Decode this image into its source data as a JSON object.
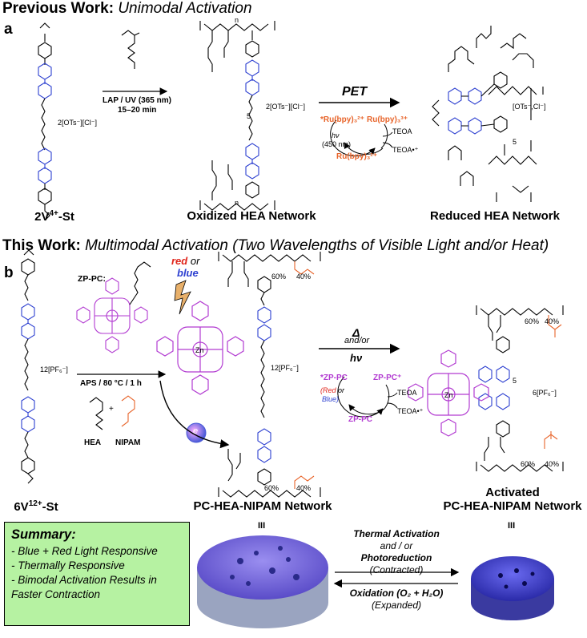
{
  "headers": {
    "previous_bold": "Previous Work:",
    "previous_italic": "Unimodal Activation",
    "this_bold": "This Work:",
    "this_italic": "Multimodal Activation (Two Wavelengths of Visible Light and/or Heat)"
  },
  "panel_a": {
    "letter": "a",
    "monomer_label": "2V",
    "monomer_sup": "4+",
    "monomer_suffix": "-St",
    "counterion": "2[OTs⁻][Cl⁻]",
    "conditions_1": "LAP / UV (365 nm)",
    "conditions_2": "15–20 min",
    "oxidized_label": "Oxidized HEA Network",
    "reduced_label": "Reduced HEA Network",
    "pet": "PET",
    "ru_left": "*Ru(bpy)₃²⁺",
    "ru_right": "Ru(bpy)₃³⁺",
    "ru_bottom": "Ru(bpy)₃²⁺",
    "hv": "hν",
    "wavelength": "(450 nm)",
    "teoa": "TEOA",
    "teoa_rad": "TEOA•⁺",
    "reduced_counterion": "[OTs⁻,Cl⁻]",
    "n": "n",
    "five": "5"
  },
  "panel_b": {
    "letter": "b",
    "monomer_label": "6V",
    "monomer_sup": "12+",
    "monomer_suffix": "-St",
    "counterion": "12[PF₆⁻]",
    "counterion_act": "6[PF₆⁻]",
    "zppc": "ZP-PC:",
    "conditions": "APS / 80 °C / 1 h",
    "hea": "HEA",
    "nipam": "NIPAM",
    "plus": "+",
    "red_word": "red",
    "or_word": "or",
    "blue_word": "blue",
    "network_label": "PC-HEA-NIPAM Network",
    "activated_line1": "Activated",
    "activated_line2": "PC-HEA-NIPAM Network",
    "delta": "Δ",
    "andor": "and/or",
    "hv": "hν",
    "zp_star_left": "*ZP-PC",
    "zp_star_right": "ZP-PC⁺",
    "zp_bottom": "ZP-PC",
    "red_blue_1": "(Red",
    "red_blue_or": "or",
    "red_blue_2": "Blue)",
    "teoa": "TEOA",
    "teoa_rad": "TEOA•⁺",
    "pct60": "60%",
    "pct40": "40%",
    "e": "e",
    "zn": "Zn",
    "five": "5"
  },
  "bottom": {
    "summary_title": "Summary:",
    "summary_items": [
      "- Blue + Red Light Responsive",
      "- Thermally Responsive",
      "- Bimodal Activation Results in Faster Contraction"
    ],
    "forward_1": "Thermal Activation",
    "forward_2": "and / or",
    "forward_3": "Photoreduction",
    "forward_4": "(Contracted)",
    "reverse_1": "Oxidation (O₂ + H₂O)",
    "reverse_2": "(Expanded)",
    "equiv": "III"
  },
  "colors": {
    "orange": "#e8642a",
    "purple": "#b23bd1",
    "blue": "#2c3fd0",
    "red": "#e0241b",
    "summary_bg": "#b6f2a2",
    "gel": "#6a5cd8"
  }
}
